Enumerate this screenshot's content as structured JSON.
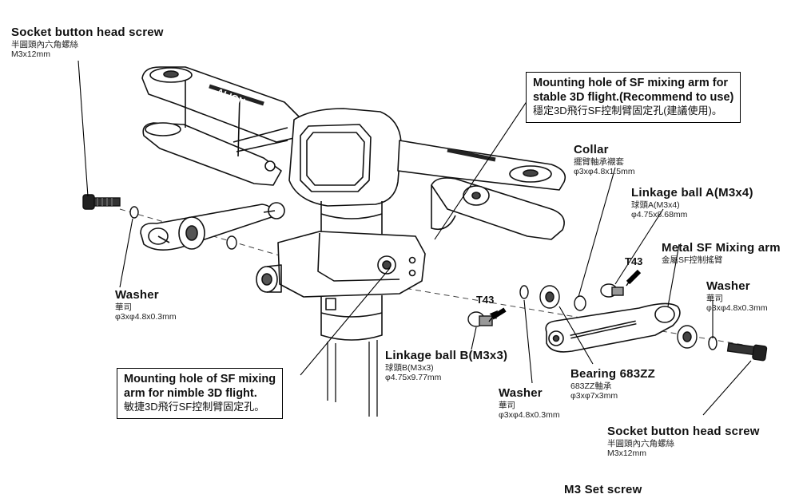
{
  "labels": {
    "socket_screw_left": {
      "title": "Socket button head screw",
      "chinese": "半圓頭內六角螺絲",
      "spec": "M3x12mm"
    },
    "washer_left": {
      "title": "Washer",
      "chinese": "華司",
      "spec": "φ3xφ4.8x0.3mm"
    },
    "collar": {
      "title": "Collar",
      "chinese": "擺臂軸承襯套",
      "spec": "φ3xφ4.8x1.5mm"
    },
    "linkage_ball_a": {
      "title": "Linkage ball A(M3x4)",
      "chinese": "球頭A(M3x4)",
      "spec": "φ4.75x8.68mm"
    },
    "metal_sf_mixing_arm": {
      "title": "Metal SF Mixing arm",
      "chinese": "金屬SF控制搖臂"
    },
    "washer_right": {
      "title": "Washer",
      "chinese": "華司",
      "spec": "φ3xφ4.8x0.3mm"
    },
    "linkage_ball_b": {
      "title": "Linkage ball B(M3x3)",
      "chinese": "球頭B(M3x3)",
      "spec": "φ4.75x9.77mm"
    },
    "bearing": {
      "title": "Bearing 683ZZ",
      "chinese": "683ZZ軸承",
      "spec": "φ3xφ7x3mm"
    },
    "washer_bottom": {
      "title": "Washer",
      "chinese": "華司",
      "spec": "φ3xφ4.8x0.3mm"
    },
    "socket_screw_right": {
      "title": "Socket button head screw",
      "chinese": "半圓頭內六角螺絲",
      "spec": "M3x12mm"
    },
    "set_screw": {
      "title": "M3 Set screw"
    }
  },
  "thread_lock": {
    "right": "T43",
    "middle": "T43"
  },
  "callouts": {
    "stable": {
      "line1": "Mounting hole of SF mixing arm for",
      "line2": "stable 3D flight.(Recommend to use)",
      "line3": "穩定3D飛行SF控制臂固定孔(建議使用)。"
    },
    "nimble": {
      "line1": "Mounting hole of SF mixing",
      "line2": "arm for nimble 3D flight.",
      "line3": "敏捷3D飛行SF控制臂固定孔。"
    }
  },
  "logo_text": "ALIGN"
}
